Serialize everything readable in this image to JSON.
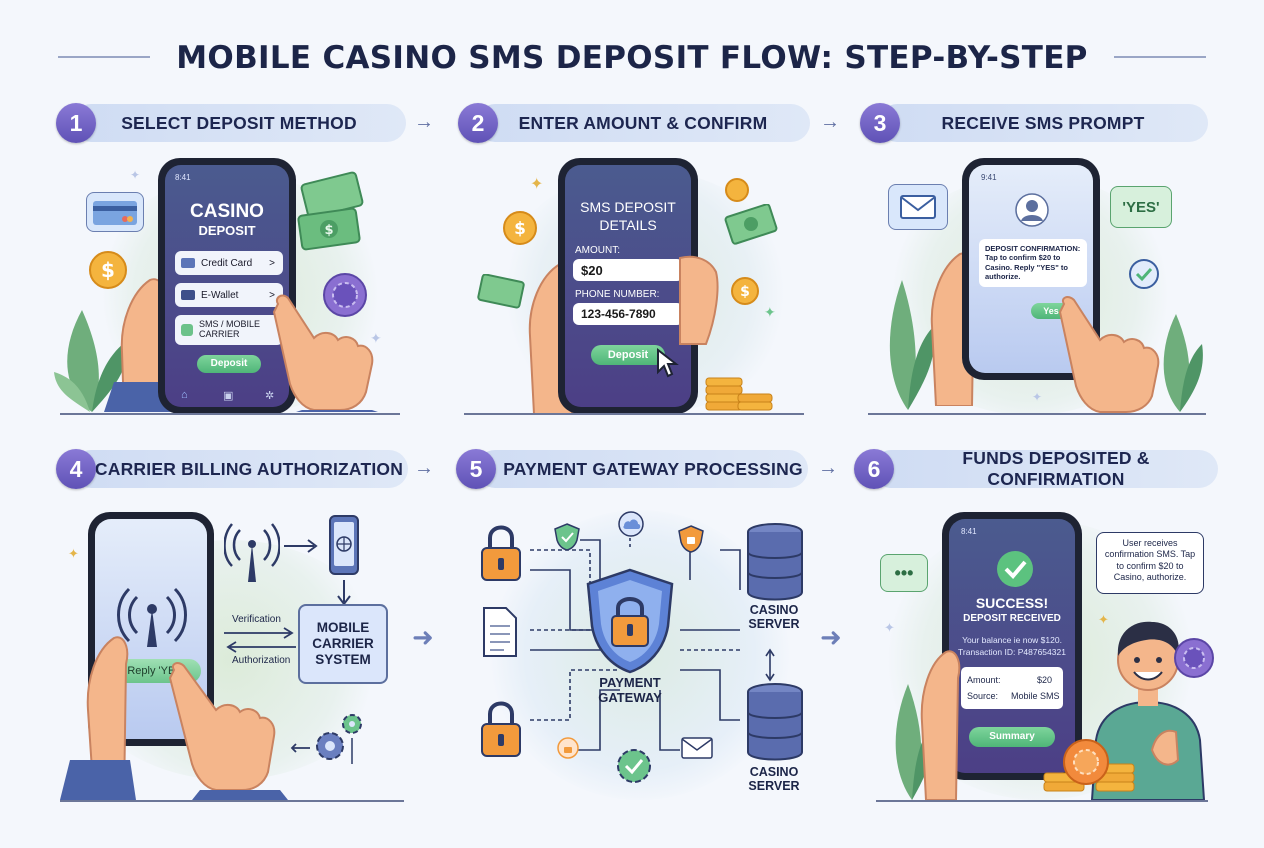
{
  "title": "MOBILE CASINO SMS DEPOSIT FLOW: STEP-BY-STEP",
  "steps": [
    {
      "num": "1",
      "label": "SELECT DEPOSIT METHOD"
    },
    {
      "num": "2",
      "label": "ENTER AMOUNT & CONFIRM"
    },
    {
      "num": "3",
      "label": "RECEIVE SMS PROMPT"
    },
    {
      "num": "4",
      "label": "CARRIER BILLING AUTHORIZATION"
    },
    {
      "num": "5",
      "label": "PAYMENT GATEWAY PROCESSING"
    },
    {
      "num": "6",
      "label": "FUNDS DEPOSITED & CONFIRMATION"
    }
  ],
  "panel1": {
    "status": "8:41",
    "heading1": "CASINO",
    "heading2": "DEPOSIT",
    "options": [
      "Credit Card",
      "E-Wallet",
      "SMS / MOBILE CARRIER"
    ],
    "chevron": ">",
    "button": "Deposit"
  },
  "panel2": {
    "heading1": "SMS DEPOSIT",
    "heading2": "DETAILS",
    "amount_label": "AMOUNT:",
    "amount_value": "$20",
    "phone_label": "PHONE NUMBER:",
    "phone_value": "123-456-7890",
    "button": "Deposit"
  },
  "panel3": {
    "status": "9:41",
    "message": "DEPOSIT CONFIRMATION: Tap to confirm $20 to Casino. Reply \"YES\" to authorize.",
    "yes_bubble": "'YES'",
    "yes_button": "Yes"
  },
  "panel4": {
    "reply_button": "Reply 'YES",
    "verification": "Verification",
    "authorization": "Authorization",
    "carrier": "MOBILE CARRIER SYSTEM"
  },
  "panel5": {
    "gateway": "PAYMENT GATEWAY",
    "server1": "CASINO SERVER",
    "server2": "CASINO SERVER"
  },
  "panel6": {
    "status": "8:41",
    "success": "SUCCESS!",
    "received": "DEPOSIT RECEIVED",
    "balance": "Your balance ie now $120.",
    "transaction": "Transaction ID: P487654321",
    "amount_label": "Amount:",
    "amount_value": "$20",
    "source_label": "Source:",
    "source_value": "Mobile SMS",
    "button": "Summary",
    "bubble": "User receives confirmation SMS. Tap to confirm $20 to Casino, authorize."
  },
  "colors": {
    "accent": "#5f52b6",
    "pill": "#d6e2f5",
    "green": "#4fb578",
    "screen_dark": "#4c4d8a",
    "lock_orange": "#f29a3c"
  }
}
